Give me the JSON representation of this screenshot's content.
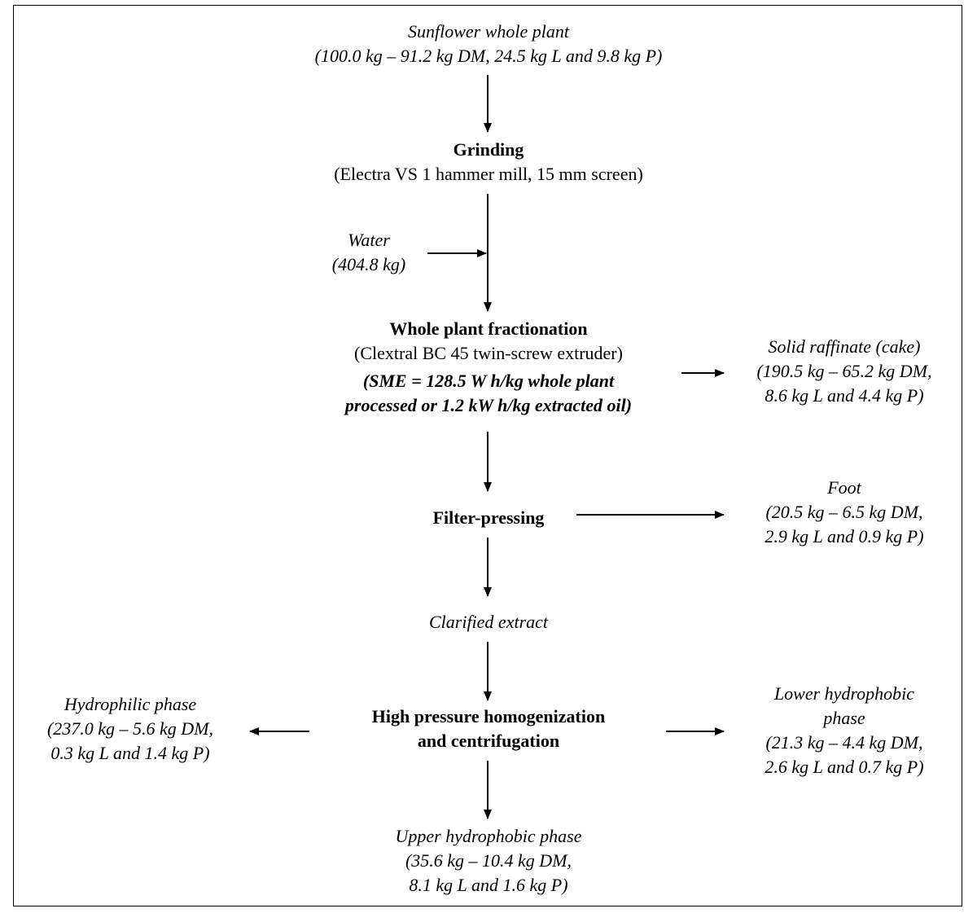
{
  "nodes": {
    "sunflower": {
      "title": "Sunflower whole plant",
      "detail": "(100.0 kg – 91.2 kg DM, 24.5 kg L and 9.8 kg P)"
    },
    "grinding": {
      "title": "Grinding",
      "detail": "(Electra VS 1 hammer mill, 15 mm screen)"
    },
    "water": {
      "title": "Water",
      "detail": "(404.8 kg)"
    },
    "fractionation": {
      "title": "Whole plant fractionation",
      "detail": "(Clextral BC 45 twin-screw extruder)",
      "sme_line1": "(SME = 128.5 W h/kg whole plant",
      "sme_line2": "processed or 1.2 kW h/kg extracted oil)"
    },
    "raffinate": {
      "title": "Solid raffinate (cake)",
      "line1": "(190.5 kg – 65.2 kg DM,",
      "line2": "8.6 kg L and 4.4 kg P)"
    },
    "filter": {
      "title": "Filter-pressing"
    },
    "foot": {
      "title": "Foot",
      "line1": "(20.5 kg – 6.5 kg DM,",
      "line2": "2.9 kg L and 0.9 kg P)"
    },
    "clarified": {
      "title": "Clarified extract"
    },
    "homogenization": {
      "line1": "High pressure homogenization",
      "line2": "and centrifugation"
    },
    "hydrophilic": {
      "title": "Hydrophilic phase",
      "line1": "(237.0 kg – 5.6 kg DM,",
      "line2": "0.3 kg L and 1.4 kg P)"
    },
    "lower": {
      "title1": "Lower hydrophobic",
      "title2": "phase",
      "line1": "(21.3 kg – 4.4 kg DM,",
      "line2": "2.6 kg L and 0.7 kg P)"
    },
    "upper": {
      "title": "Upper hydrophobic phase",
      "line1": "(35.6 kg – 10.4 kg DM,",
      "line2": "8.1 kg L and 1.6 kg P)"
    }
  }
}
